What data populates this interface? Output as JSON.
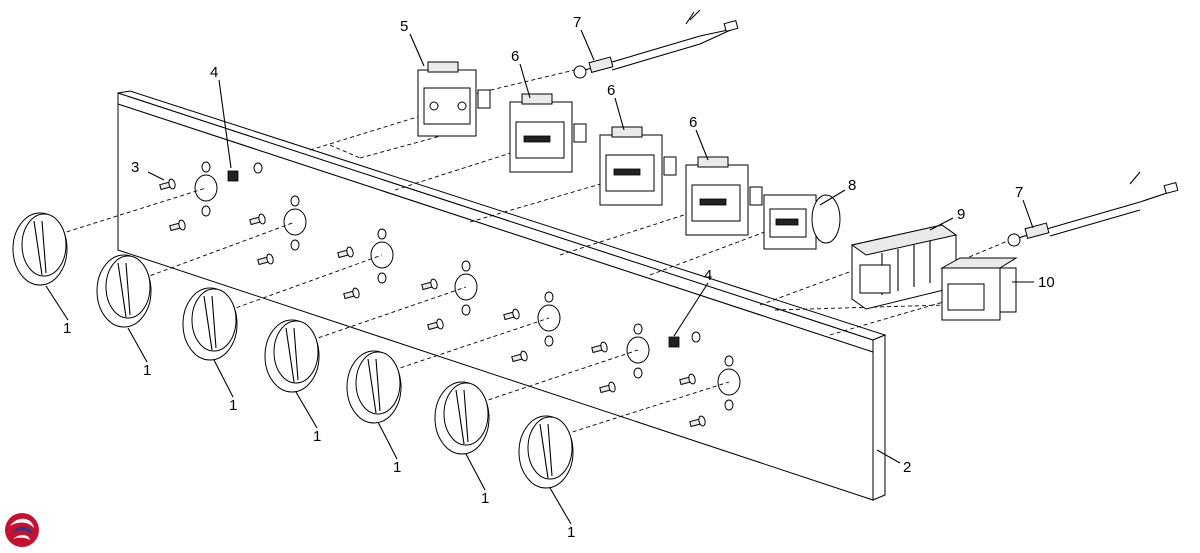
{
  "diagram": {
    "callouts": [
      {
        "id": "knob-1",
        "label": "1"
      },
      {
        "id": "knob-2",
        "label": "1"
      },
      {
        "id": "knob-3",
        "label": "1"
      },
      {
        "id": "knob-4",
        "label": "1"
      },
      {
        "id": "knob-5",
        "label": "1"
      },
      {
        "id": "knob-6",
        "label": "1"
      },
      {
        "id": "knob-7",
        "label": "1"
      },
      {
        "id": "panel",
        "label": "2"
      },
      {
        "id": "screw",
        "label": "3"
      },
      {
        "id": "lamp-a",
        "label": "4"
      },
      {
        "id": "lamp-b",
        "label": "4"
      },
      {
        "id": "switch-main",
        "label": "5"
      },
      {
        "id": "switch-a",
        "label": "6"
      },
      {
        "id": "switch-b",
        "label": "6"
      },
      {
        "id": "switch-c",
        "label": "6"
      },
      {
        "id": "thermocouple-a",
        "label": "7"
      },
      {
        "id": "thermocouple-b",
        "label": "7"
      },
      {
        "id": "thermostat",
        "label": "8"
      },
      {
        "id": "selector",
        "label": "9"
      },
      {
        "id": "timer",
        "label": "10"
      }
    ]
  },
  "logo": {
    "icon": "brand-swirl-icon",
    "colors": [
      "#c8102e",
      "#1d3f8a"
    ]
  }
}
